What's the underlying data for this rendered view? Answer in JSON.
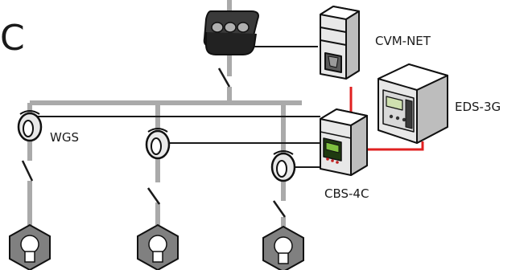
{
  "diagram": {
    "title_fragment": "C",
    "labels": {
      "cvm_net": "CVM-NET",
      "eds_3g": "EDS-3G",
      "wgs": "WGS",
      "cbs_4c": "CBS-4C"
    },
    "colors": {
      "busbar": "#aaaaaa",
      "signal_wire": "#1a1a1a",
      "comm_wire": "#e02020",
      "device_body": "#eeeeee",
      "device_outline": "#111111",
      "lcd": "#cfe0b0",
      "lamp_body": "#808080"
    },
    "icons": [
      "busbar-connector-icon",
      "cvm-net-meter-icon",
      "eds-3g-display-icon",
      "cbs-4c-controller-icon",
      "toroidal-transformer-icon",
      "switch-icon",
      "lamp-icon"
    ]
  }
}
